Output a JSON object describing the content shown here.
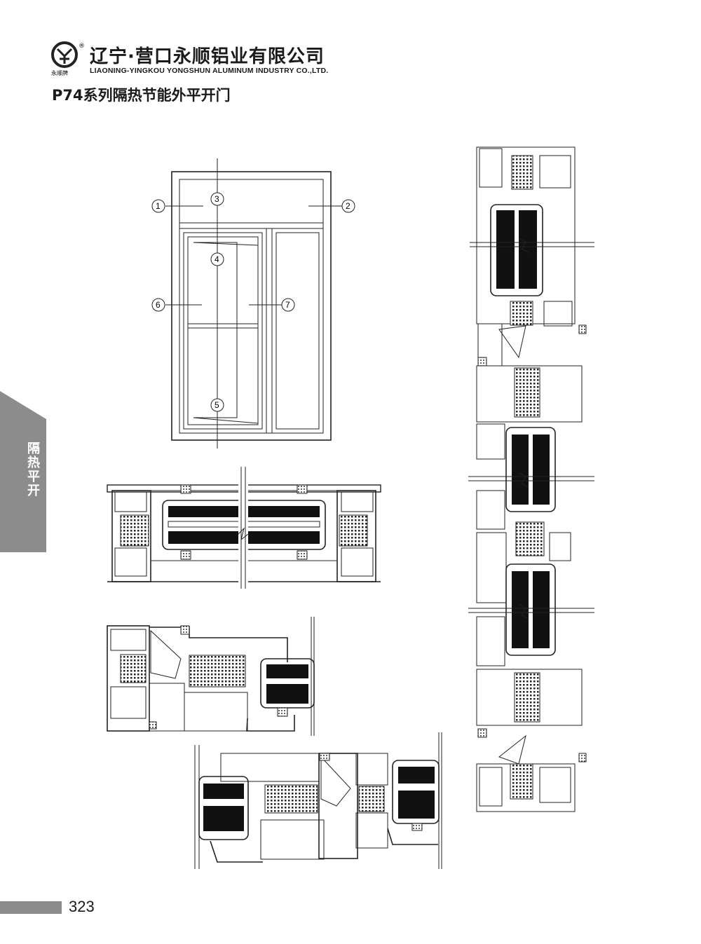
{
  "header": {
    "company_cn": "辽宁·营口永顺铝业有限公司",
    "company_en": "LIAONING-YINGKOU YONGSHUN ALUMINUM INDUSTRY CO.,LTD.",
    "logo_caption": "永顺牌",
    "logo_mark": "®"
  },
  "product_title": "P74系列隔热节能外平开门",
  "side_tab": {
    "label": "隔热平开"
  },
  "door_elevation": {
    "callouts": [
      "1",
      "2",
      "3",
      "4",
      "5",
      "6",
      "7"
    ]
  },
  "footer": {
    "page_number": "323"
  }
}
